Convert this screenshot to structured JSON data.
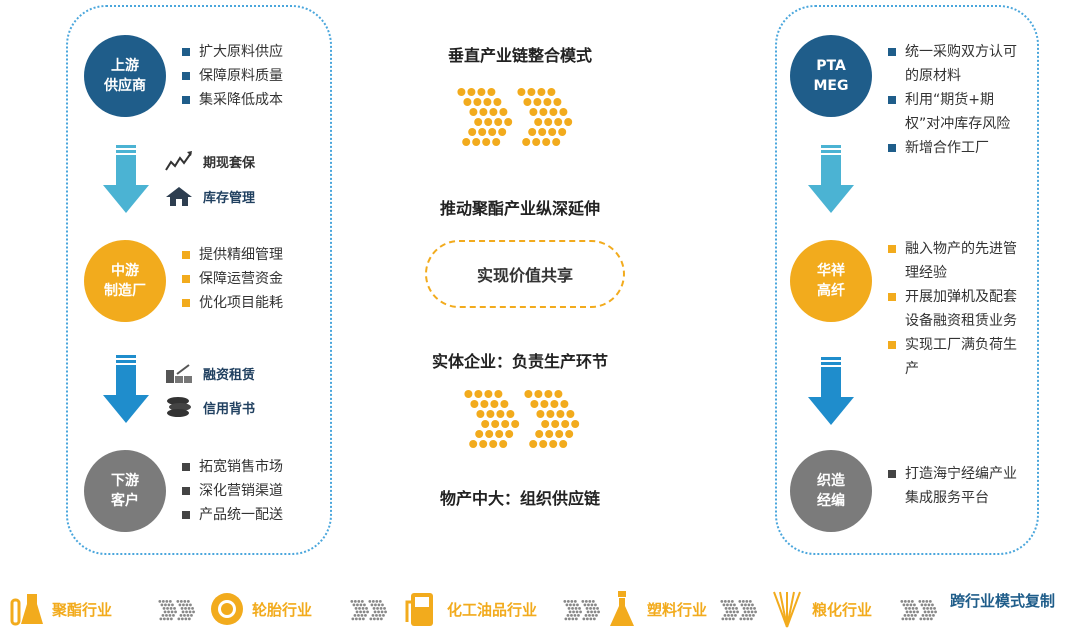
{
  "center": {
    "title": "垂直产业链整合模式",
    "subtitle": "推动聚酯产业纵深延伸",
    "value": "实现价值共享",
    "entity": "实体企业：负责生产环节",
    "wuchan": "物产中大：组织供应链"
  },
  "left": {
    "upstream": {
      "line1": "上游",
      "line2": "供应商",
      "bullets": [
        "扩大原料供应",
        "保障原料质量",
        "集采降低成本"
      ]
    },
    "tools1": [
      "期现套保",
      "库存管理"
    ],
    "midstream": {
      "line1": "中游",
      "line2": "制造厂",
      "bullets": [
        "提供精细管理",
        "保障运营资金",
        "优化项目能耗"
      ]
    },
    "tools2": [
      "融资租赁",
      "信用背书"
    ],
    "downstream": {
      "line1": "下游",
      "line2": "客户",
      "bullets": [
        "拓宽销售市场",
        "深化营销渠道",
        "产品统一配送"
      ]
    }
  },
  "right": {
    "pta": {
      "line1": "PTA",
      "line2": "MEG",
      "bullets": [
        "统一采购双方认可的原材料",
        "利用“期货+期权”对冲库存风险",
        "新增合作工厂"
      ]
    },
    "huaxiang": {
      "line1": "华祥",
      "line2": "高纤",
      "bullets": [
        "融入物产的先进管理经验",
        "开展加弹机及配套设备融资租赁业务",
        "实现工厂满负荷生产"
      ]
    },
    "zhizao": {
      "line1": "织造",
      "line2": "经编",
      "bullets": [
        "打造海宁经编产业集成服务平台"
      ]
    }
  },
  "bottom": {
    "items": [
      "聚酯行业",
      "轮胎行业",
      "化工油品行业",
      "塑料行业",
      "粮化行业"
    ],
    "final": "跨行业模式复制"
  },
  "colors": {
    "blue": "#1f5d8a",
    "orange": "#f2ab1d",
    "gray": "#7b7b7b"
  }
}
